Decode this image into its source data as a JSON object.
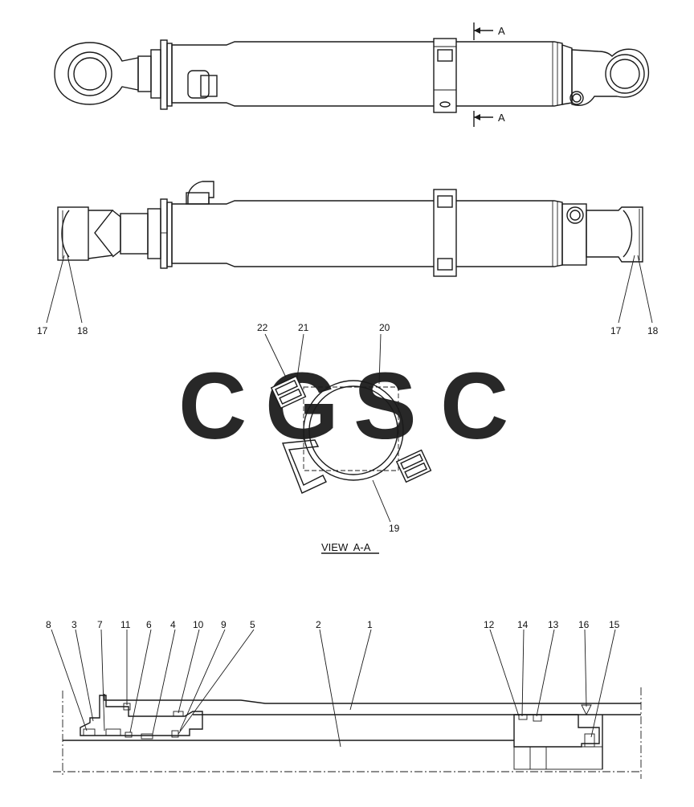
{
  "section_markers": [
    "A",
    "A"
  ],
  "callouts": [
    "1",
    "2",
    "3",
    "4",
    "5",
    "6",
    "7",
    "8",
    "9",
    "10",
    "11",
    "12",
    "13",
    "14",
    "15",
    "16",
    "17",
    "18",
    "19",
    "20",
    "21",
    "22"
  ],
  "view_label": "VIEW  A-A",
  "watermark": {
    "letters": [
      "C",
      "G",
      "S",
      "C"
    ],
    "colors": [
      "#6fa8f5",
      "#f28b82",
      "#fbd75b",
      "#5fbf94"
    ]
  }
}
